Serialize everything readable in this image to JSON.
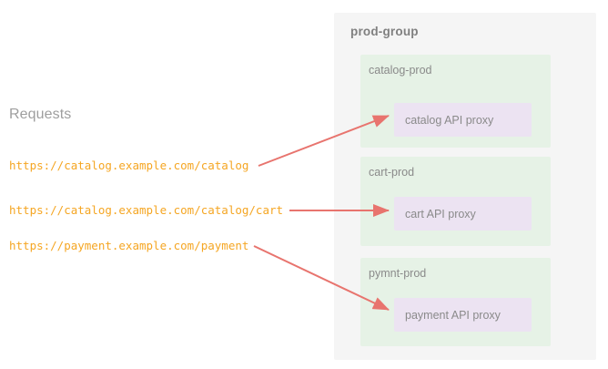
{
  "requests": {
    "title": "Requests",
    "urls": [
      "https://catalog.example.com/catalog",
      "https://catalog.example.com/catalog/cart",
      "https://payment.example.com/payment"
    ]
  },
  "prod_group": {
    "title": "prod-group",
    "environments": [
      {
        "label": "catalog-prod",
        "proxy": "catalog API proxy"
      },
      {
        "label": "cart-prod",
        "proxy": "cart API proxy"
      },
      {
        "label": "pymnt-prod",
        "proxy": "payment API proxy"
      }
    ]
  },
  "arrows": [
    {
      "name": "arrow-catalog",
      "from_request": 0,
      "to_environment": 0
    },
    {
      "name": "arrow-cart",
      "from_request": 1,
      "to_environment": 1
    },
    {
      "name": "arrow-payment",
      "from_request": 2,
      "to_environment": 2
    }
  ],
  "colors": {
    "background": "#ffffff",
    "group_panel": "#f5f5f5",
    "environment_box": "#e6f2e6",
    "proxy_box": "#ece3f2",
    "url_text": "#f5a623",
    "label_text": "#8a8a8a",
    "title_text": "#808080",
    "requests_title_text": "#9e9e9e",
    "arrow": "#e8746e"
  }
}
